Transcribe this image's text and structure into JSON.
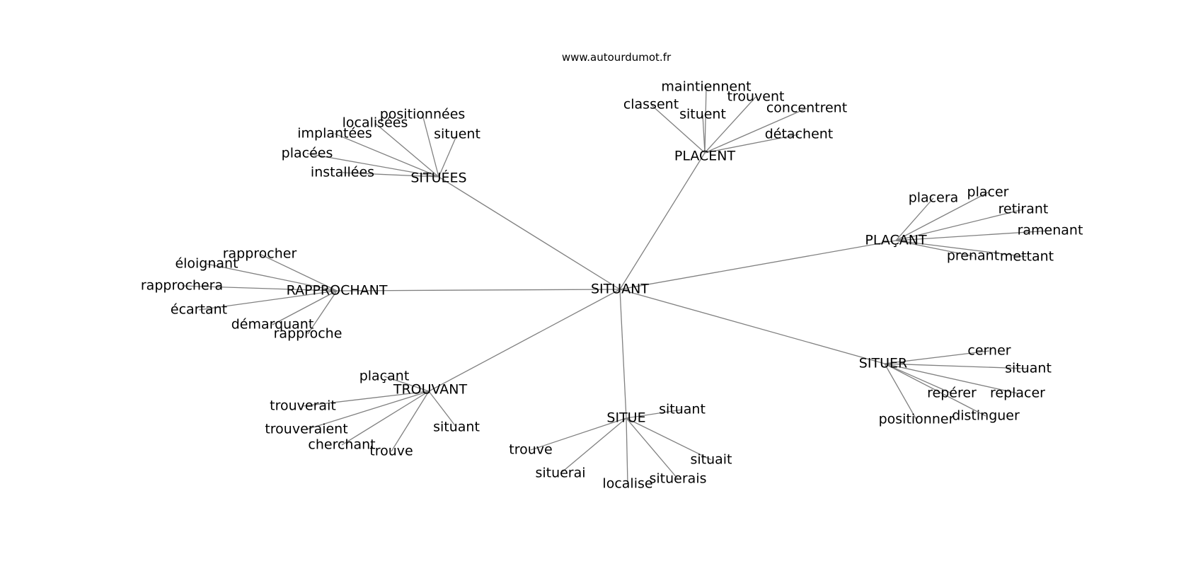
{
  "source": "www.autourdumot.fr",
  "colors": {
    "edge": "#808080",
    "text": "#000000",
    "background": "#ffffff"
  },
  "graph": {
    "center": "SITUANT",
    "hubs": [
      {
        "id": "placent",
        "label": "PLACENT",
        "leaves": [
          "classent",
          "maintiennent",
          "situent",
          "trouvent",
          "concentrent",
          "détachent"
        ]
      },
      {
        "id": "situees",
        "label": "SITUÉES",
        "leaves": [
          "localisées",
          "positionnées",
          "implantées",
          "situent",
          "placées",
          "installées"
        ]
      },
      {
        "id": "placant",
        "label": "PLAÇANT",
        "leaves": [
          "placera",
          "placer",
          "retirant",
          "ramenant",
          "prenant",
          "mettant"
        ]
      },
      {
        "id": "rapprochant",
        "label": "RAPPROCHANT",
        "leaves": [
          "rapprocher",
          "éloignant",
          "rapprochera",
          "écartant",
          "démarquant",
          "rapproche"
        ]
      },
      {
        "id": "situer",
        "label": "SITUER",
        "leaves": [
          "cerner",
          "situant",
          "repérer",
          "replacer",
          "positionner",
          "distinguer"
        ]
      },
      {
        "id": "trouvant",
        "label": "TROUVANT",
        "leaves": [
          "plaçant",
          "trouverait",
          "trouveraient",
          "cherchant",
          "trouve",
          "situant"
        ]
      },
      {
        "id": "situe",
        "label": "SITUE",
        "leaves": [
          "situant",
          "trouve",
          "situerai",
          "localise",
          "situerais",
          "situait"
        ]
      }
    ]
  }
}
